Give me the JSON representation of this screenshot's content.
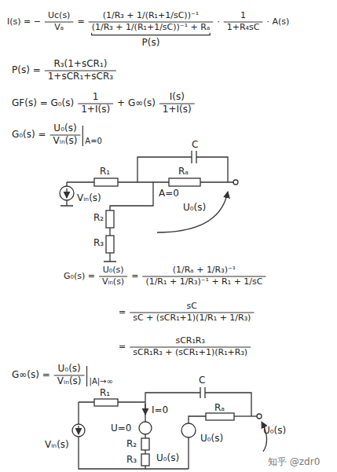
{
  "diagram": {
    "labels": [
      "I(s) = −",
      "Uc(s)",
      "Vₐ",
      "=",
      "(1/R₃ + 1/(R₁+1/sC))⁻¹",
      "(1/R₃ + 1/(R₁+1/sC))⁻¹ + Rₐ",
      "·",
      "1",
      "1+R₄sC",
      "· A(s)",
      "P(s)",
      "P(s) =",
      "R₃(1+sCR₁)",
      "1+sCR₁+sCR₃",
      "GF(s) = G₀(s)",
      "1",
      "1+I(s)",
      "+ G∞(s)",
      "I(s)",
      "1+I(s)",
      "G₀(s) =",
      "U₀(s)",
      "Vᵢₙ(s)",
      "A=0",
      "C",
      "R₁",
      "Rₐ",
      "A=0",
      "U₀(s)",
      "Vᵢₙ(s)",
      "R₂",
      "R₃",
      "G₀(s) =",
      "U₀(s)",
      "Vᵢₙ(s)",
      "=",
      "(1/Rₐ + 1/R₃)⁻¹",
      "(1/R₁ + 1/R₃)⁻¹ + R₁ + 1/sC",
      "=",
      "sC",
      "sC + (sCR₁+1)(1/R₁ + 1/R₃)",
      "=",
      "sCR₁R₃",
      "sCR₁R₃ + (sCR₁+1)(R₁+R₃)",
      "G∞(s) =",
      "U₀(s)",
      "Vᵢₙ(s)",
      "|A|→∞",
      "R₁",
      "C",
      "I=0",
      "U=0",
      "Vᵢₙ(s)",
      "Rₐ",
      "R₂",
      "U₀(s)",
      "R₃",
      "U₀(s)",
      "U₀(s)",
      "知乎 @zdr0"
    ]
  }
}
